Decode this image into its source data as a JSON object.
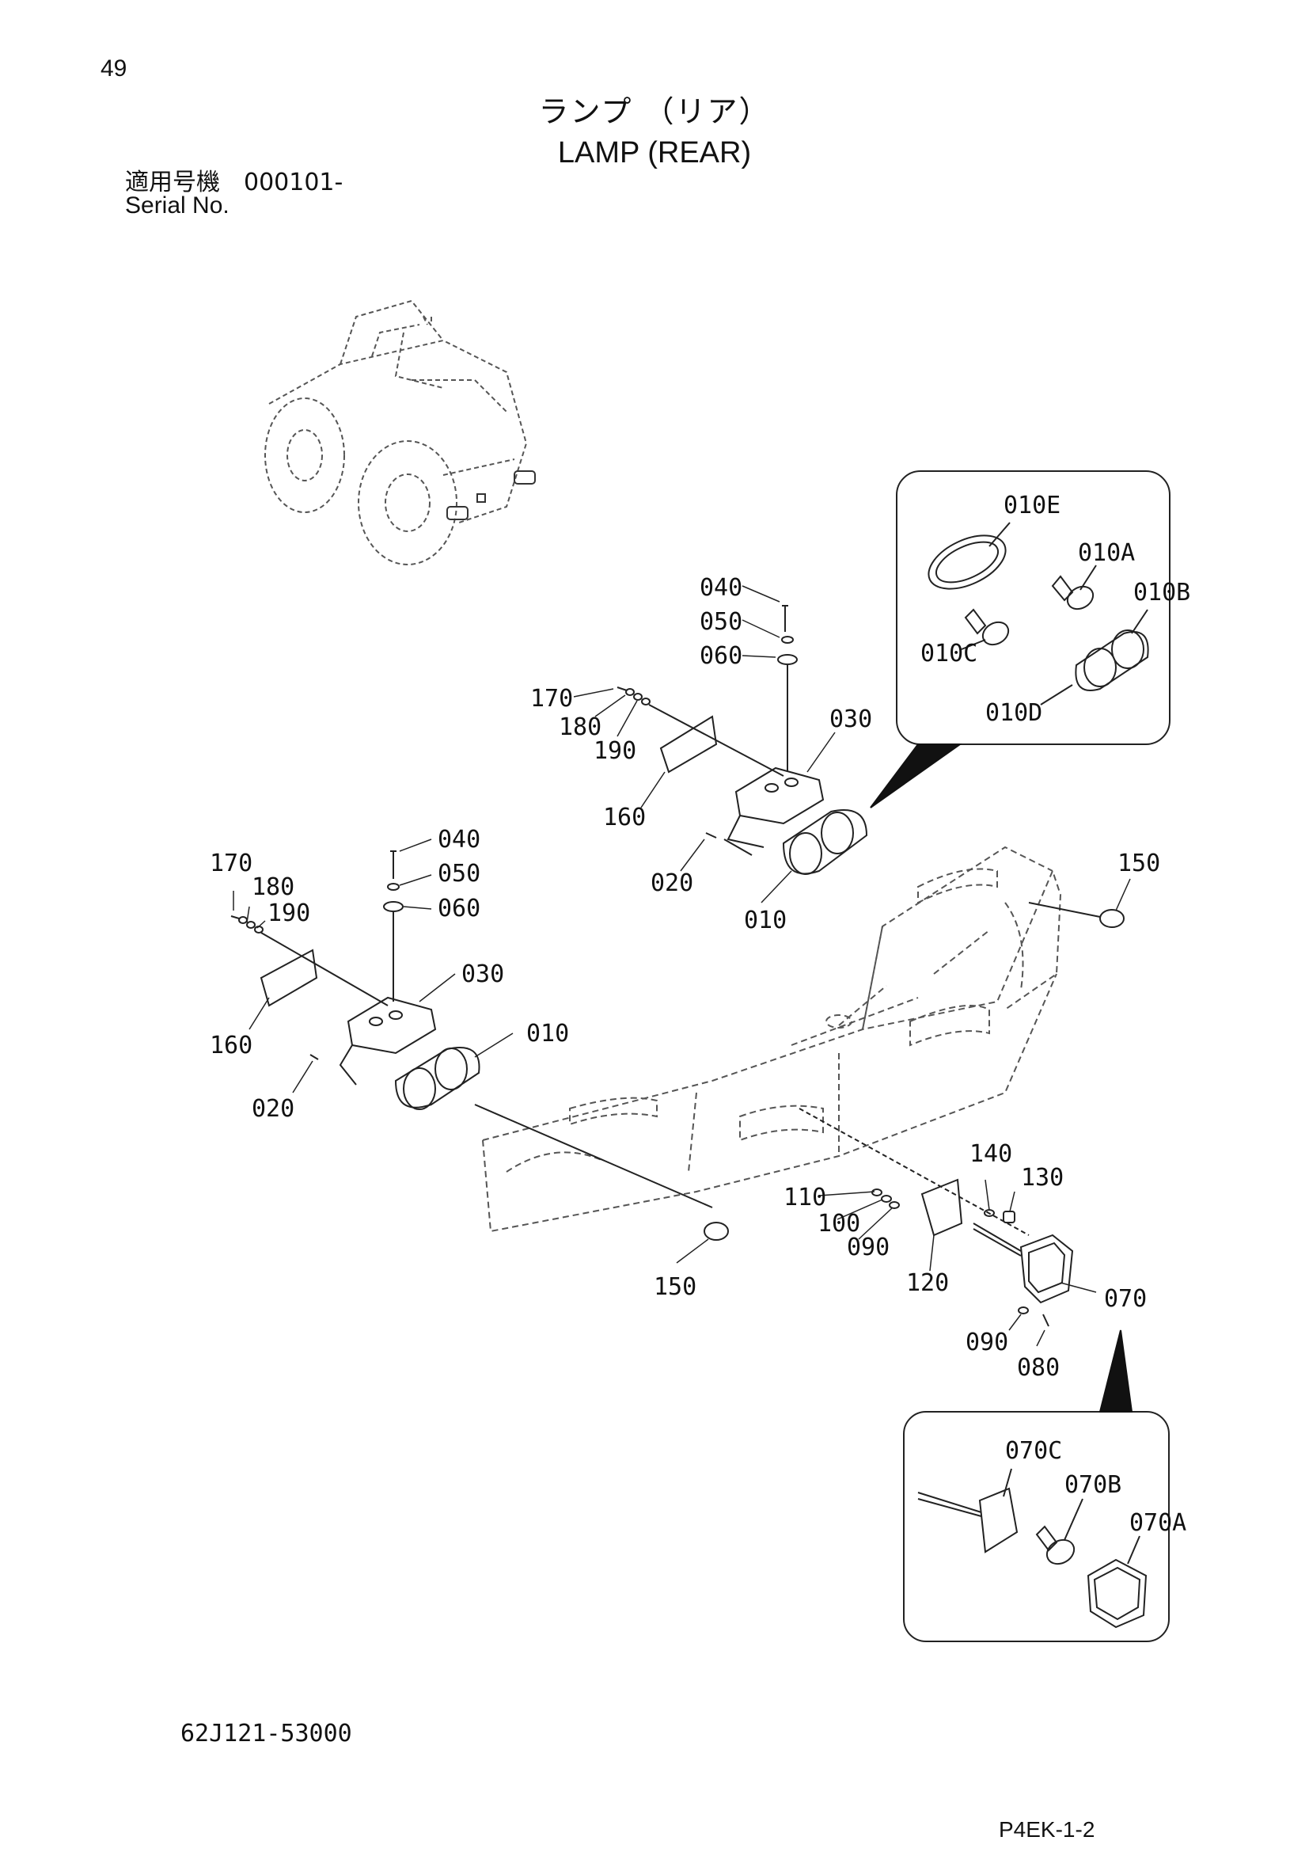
{
  "page_number": "49",
  "title_jp": "ランプ （リア）",
  "title_en": "LAMP (REAR)",
  "serial_jp": "適用号機　000101-",
  "serial_en": "Serial No.",
  "doc_number": "62J121-53000",
  "page_code": "P4EK-1-2",
  "callouts": [
    "010E",
    "010A",
    "010B",
    "010C",
    "010D",
    "040",
    "050",
    "060",
    "170",
    "180",
    "190",
    "030",
    "160",
    "020",
    "010",
    "040",
    "050",
    "060",
    "170",
    "180",
    "190",
    "030",
    "010",
    "160",
    "020",
    "150",
    "150",
    "140",
    "130",
    "110",
    "100",
    "090",
    "120",
    "070",
    "090",
    "080",
    "070C",
    "070B",
    "070A"
  ]
}
